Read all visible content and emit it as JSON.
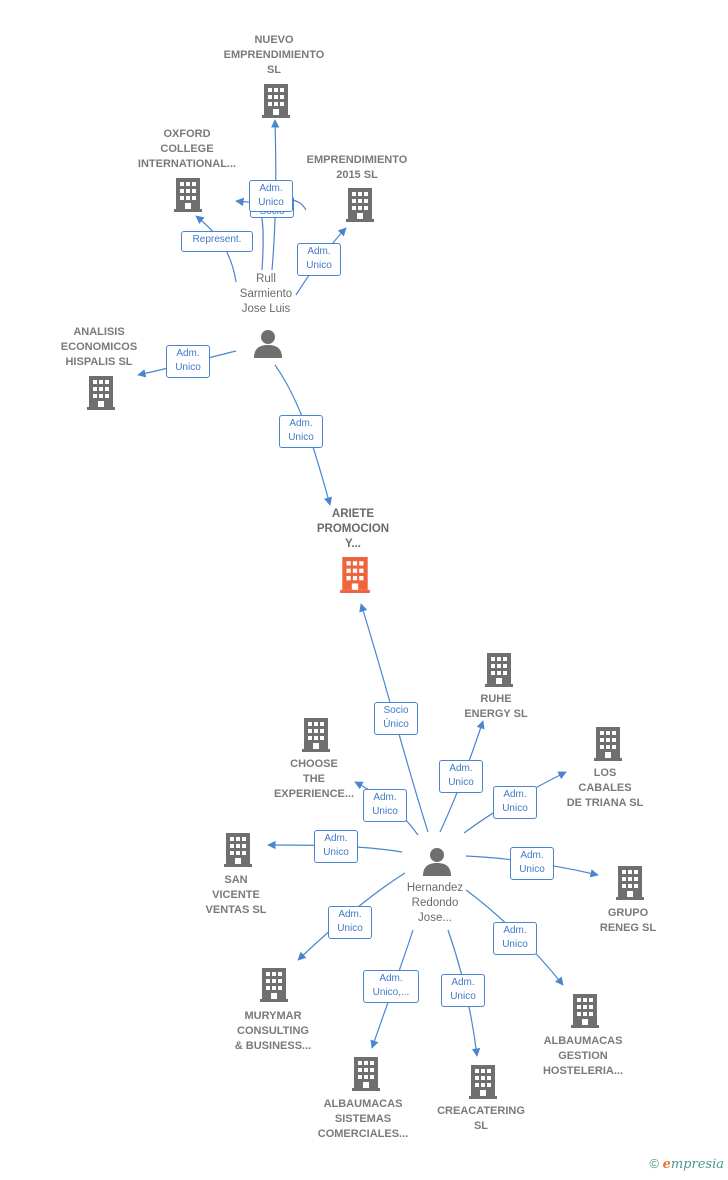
{
  "colors": {
    "edge": "#4a86d0",
    "building": "#6f6f6f",
    "center_building": "#f0643c",
    "person": "#6f6f6f"
  },
  "nodes": [
    {
      "id": "nuevo",
      "label": "NUEVO\nEMPRENDIMIENTO\nSL",
      "type": "company"
    },
    {
      "id": "oxford",
      "label": "OXFORD\nCOLLEGE\nINTERNATIONAL...",
      "type": "company"
    },
    {
      "id": "emp2015",
      "label": "EMPRENDIMIENTO\n2015  SL",
      "type": "company"
    },
    {
      "id": "analisis",
      "label": "ANALISIS\nECONOMICOS\nHISPALIS SL",
      "type": "company"
    },
    {
      "id": "ariete",
      "label": "ARIETE\nPROMOCION\nY...",
      "type": "center"
    },
    {
      "id": "ruhe",
      "label": "RUHE\nENERGY  SL",
      "type": "company"
    },
    {
      "id": "choose",
      "label": "CHOOSE\nTHE\nEXPERIENCE...",
      "type": "company"
    },
    {
      "id": "cabales",
      "label": "LOS\nCABALES\nDE TRIANA  SL",
      "type": "company"
    },
    {
      "id": "sanvicente",
      "label": "SAN\nVICENTE\nVENTAS  SL",
      "type": "company"
    },
    {
      "id": "reneg",
      "label": "GRUPO\nRENEG  SL",
      "type": "company"
    },
    {
      "id": "murymar",
      "label": "MURYMAR\nCONSULTING\n& BUSINESS...",
      "type": "company"
    },
    {
      "id": "albgestion",
      "label": "ALBAUMACAS\nGESTION\nHOSTELERIA...",
      "type": "company"
    },
    {
      "id": "albsistemas",
      "label": "ALBAUMACAS\nSISTEMAS\nCOMERCIALES...",
      "type": "company"
    },
    {
      "id": "creacatering",
      "label": "CREACATERING\nSL",
      "type": "company"
    }
  ],
  "persons": [
    {
      "id": "rull",
      "label": "Rull\nSarmiento\nJose Luis"
    },
    {
      "id": "hernandez",
      "label": "Hernandez\nRedondo\nJose..."
    }
  ],
  "edges": [
    {
      "id": "rull-nuevo",
      "label": "Adm.\nUnico",
      "label2": "Socio"
    },
    {
      "id": "rull-oxford",
      "label": "Represent."
    },
    {
      "id": "rull-emp2015",
      "label": "Adm.\nUnico"
    },
    {
      "id": "rull-analisis",
      "label": "Adm.\nUnico"
    },
    {
      "id": "rull-ariete",
      "label": "Adm.\nUnico"
    },
    {
      "id": "hern-ariete",
      "label": "Socio\nÚnico"
    },
    {
      "id": "hern-ruhe",
      "label": "Adm.\nUnico"
    },
    {
      "id": "hern-choose",
      "label": "Adm.\nUnico"
    },
    {
      "id": "hern-cabales",
      "label": "Adm.\nUnico"
    },
    {
      "id": "hern-sanvicente",
      "label": "Adm.\nUnico"
    },
    {
      "id": "hern-reneg",
      "label": "Adm.\nUnico"
    },
    {
      "id": "hern-murymar",
      "label": "Adm.\nUnico"
    },
    {
      "id": "hern-albgestion",
      "label": "Adm.\nUnico"
    },
    {
      "id": "hern-albsistemas",
      "label": "Adm.\nUnico,..."
    },
    {
      "id": "hern-creacatering",
      "label": "Adm.\nUnico"
    }
  ],
  "footer": {
    "copyright": "©",
    "brand_e": "e",
    "brand_rest": "mpresia"
  }
}
